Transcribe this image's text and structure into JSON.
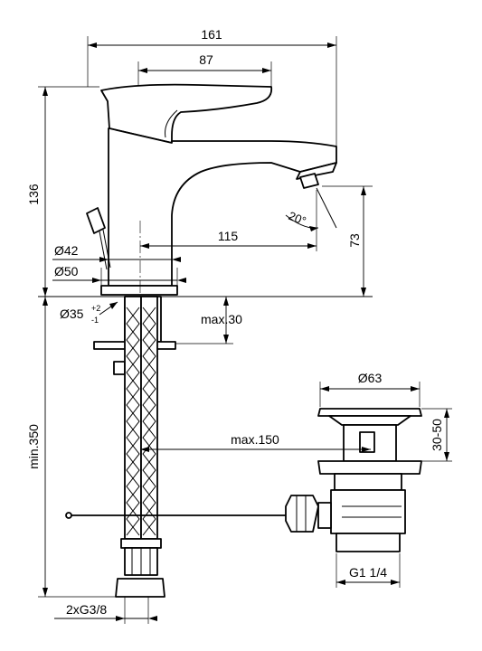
{
  "dimensions": {
    "overall_width": "161",
    "lever_length": "87",
    "total_height": "136",
    "spout_reach": "115",
    "spout_height": "73",
    "base_diameter_42": "Ø42",
    "base_diameter_50": "Ø50",
    "hole_diameter": "Ø35",
    "hole_tolerance_upper": "+2",
    "hole_tolerance_lower": "-1",
    "max_deck_thickness": "max.30",
    "hose_length": "min.350",
    "max_distance": "max.150",
    "waste_diameter": "Ø63",
    "waste_height_range": "30-50",
    "waste_thread": "G1 1/4",
    "hose_connection": "2xG3/8",
    "spout_angle": "20°"
  }
}
